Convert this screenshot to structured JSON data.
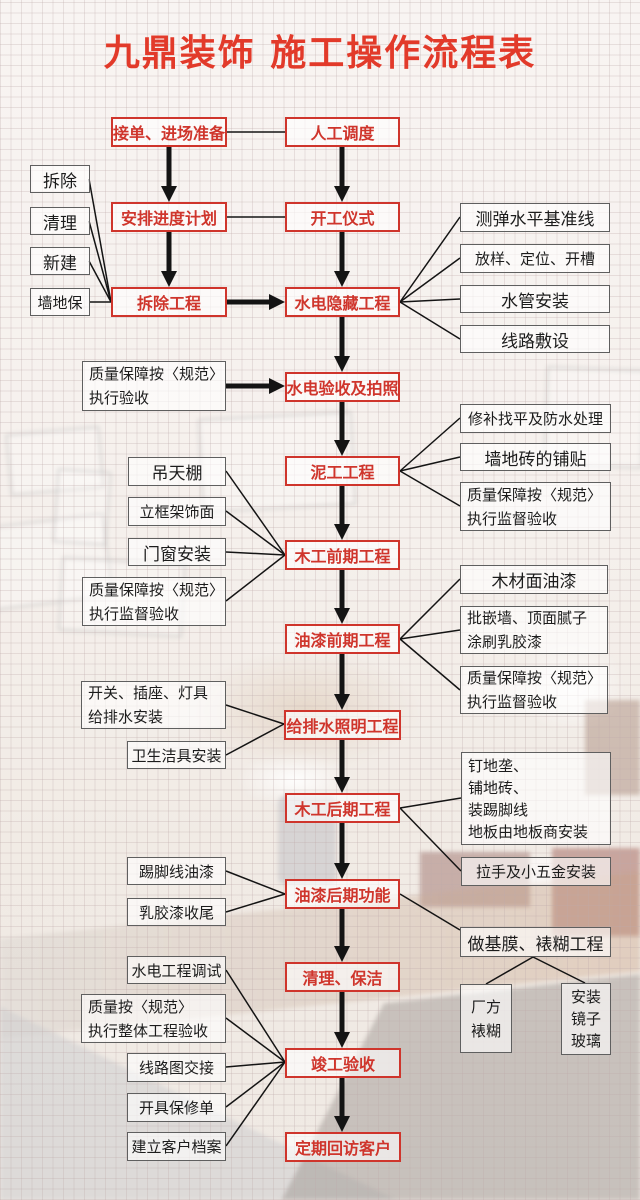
{
  "title": "九鼎装饰 施工操作流程表",
  "colors": {
    "accent_red": "#cf352c",
    "title_red": "#e23a2a",
    "gray_border": "#5f5f5f",
    "line_black": "#141414"
  },
  "nodes": {
    "receive_order": {
      "label": "接单、进场准备"
    },
    "labor_dispatch": {
      "label": "人工调度"
    },
    "schedule_plan": {
      "label": "安排进度计划"
    },
    "commencement": {
      "label": "开工仪式"
    },
    "demolition_work": {
      "label": "拆除工程"
    },
    "concealed_mep": {
      "label": "水电隐藏工程"
    },
    "mep_acceptance": {
      "label": "水电验收及拍照"
    },
    "masonry": {
      "label": "泥工工程"
    },
    "carpentry_early": {
      "label": "木工前期工程"
    },
    "painting_early": {
      "label": "油漆前期工程"
    },
    "plumbing_lighting": {
      "label": "给排水照明工程"
    },
    "carpentry_late": {
      "label": "木工后期工程"
    },
    "painting_late": {
      "label": "油漆后期功能"
    },
    "cleaning": {
      "label": "清理、保洁"
    },
    "completion": {
      "label": "竣工验收"
    },
    "followup": {
      "label": "定期回访客户"
    }
  },
  "notes": {
    "demolish": [
      "拆除"
    ],
    "clean": [
      "清理"
    ],
    "new_build": [
      "新建"
    ],
    "wall_floor_protect": [
      "墙地保"
    ],
    "qa_acceptance": [
      "质量保障按〈规范〉",
      "执行验收"
    ],
    "ceiling": [
      "吊天棚"
    ],
    "framework": [
      "立框架饰面"
    ],
    "door_window": [
      "门窗安装"
    ],
    "qa_supervise_left": [
      "质量保障按〈规范〉",
      "执行监督验收"
    ],
    "switch_socket": [
      "开关、插座、灯具",
      "给排水安装"
    ],
    "sanitary": [
      "卫生洁具安装"
    ],
    "skirting_paint": [
      "踢脚线油漆"
    ],
    "latex_finish": [
      "乳胶漆收尾"
    ],
    "plumbing_debug": [
      "水电工程调试"
    ],
    "qa_overall": [
      "质量按〈规范〉",
      "执行整体工程验收"
    ],
    "circuit_handover": [
      "线路图交接"
    ],
    "warranty": [
      "开具保修单"
    ],
    "customer_file": [
      "建立客户档案"
    ],
    "level_line": [
      "测弹水平基准线"
    ],
    "layout_slot": [
      "放样、定位、开槽"
    ],
    "pipe_install": [
      "水管安装"
    ],
    "wiring": [
      "线路敷设"
    ],
    "repair_waterproof": [
      "修补找平及防水处理"
    ],
    "tile_paste": [
      "墙地砖的铺贴"
    ],
    "qa_supervise_r1": [
      "质量保障按〈规范〉",
      "执行监督验收"
    ],
    "wood_paint": [
      "木材面油漆"
    ],
    "putty_latex": [
      "批嵌墙、顶面腻子",
      "涂刷乳胶漆"
    ],
    "qa_supervise_r2": [
      "质量保障按〈规范〉",
      "执行监督验收"
    ],
    "floor_install": [
      "钉地垄、",
      "铺地砖、",
      "装踢脚线",
      "地板由地板商安装"
    ],
    "hardware": [
      "拉手及小五金安装"
    ],
    "base_film": [
      "做基膜、裱糊工程"
    ],
    "factory_paste": [
      "厂方",
      "裱糊"
    ],
    "mirror_glass": [
      "安装",
      "镜子",
      "玻璃"
    ]
  }
}
